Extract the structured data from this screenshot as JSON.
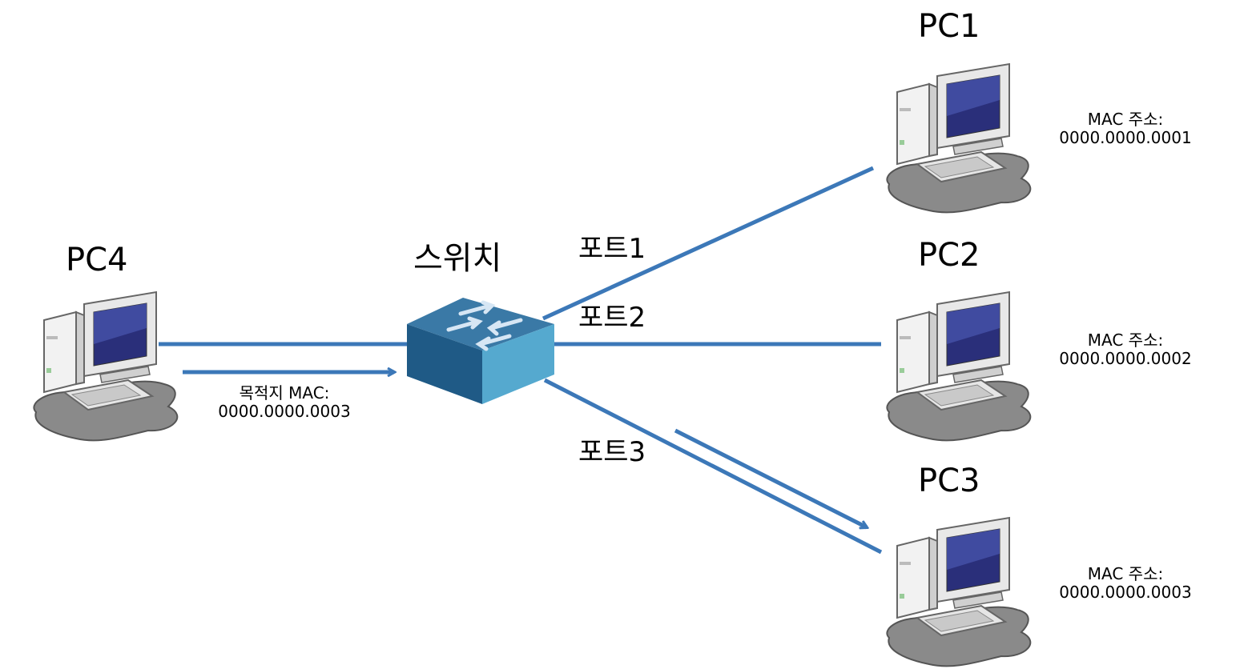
{
  "nodes": {
    "pc1": {
      "name": "PC1",
      "mac_label": "MAC 주소:",
      "mac": "0000.0000.0001"
    },
    "pc2": {
      "name": "PC2",
      "mac_label": "MAC 주소:",
      "mac": "0000.0000.0002"
    },
    "pc3": {
      "name": "PC3",
      "mac_label": "MAC 주소:",
      "mac": "0000.0000.0003"
    },
    "pc4": {
      "name": "PC4"
    },
    "switch": {
      "name": "스위치"
    }
  },
  "ports": {
    "port1": "포트1",
    "port2": "포트2",
    "port3": "포트3"
  },
  "frame": {
    "label": "목적지 MAC:",
    "mac": "0000.0000.0003"
  },
  "colors": {
    "link": "#3c78b8",
    "switch_top": "#3a79a6",
    "switch_front": "#1f5a86",
    "switch_side": "#55a9cf"
  }
}
